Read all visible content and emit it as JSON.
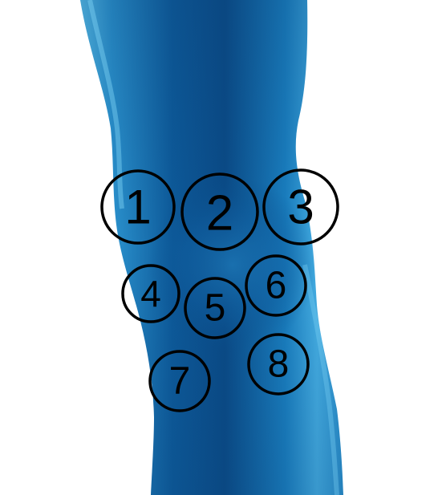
{
  "diagram": {
    "subject": "knee-front-view",
    "colors": {
      "background": "#ffffff",
      "leg_dark": "#0a4f8c",
      "leg_mid": "#1877b8",
      "leg_light": "#4fb6e6",
      "marker_stroke": "#000000",
      "marker_fill": "#ffffff"
    },
    "markers": [
      {
        "id": "1",
        "label": "1"
      },
      {
        "id": "2",
        "label": "2"
      },
      {
        "id": "3",
        "label": "3"
      },
      {
        "id": "4",
        "label": "4"
      },
      {
        "id": "5",
        "label": "5"
      },
      {
        "id": "6",
        "label": "6"
      },
      {
        "id": "7",
        "label": "7"
      },
      {
        "id": "8",
        "label": "8"
      }
    ]
  }
}
